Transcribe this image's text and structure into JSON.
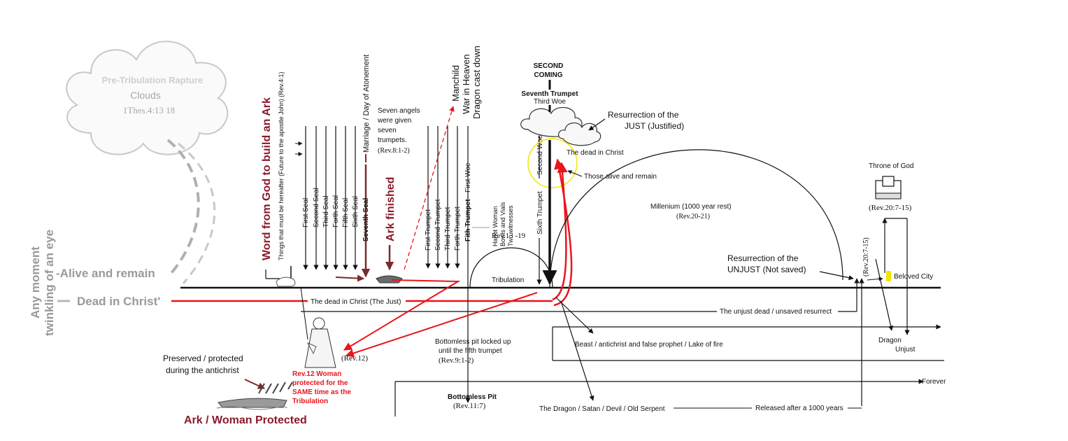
{
  "cloud_rapture": {
    "title": "Pre-Tribulation Rapture",
    "clouds": "Clouds",
    "reference": "1Thes.4:13 18"
  },
  "left_labels": {
    "any_moment": "Any moment",
    "twinkling": "twinkling of an eye",
    "alive_and_remain": "-Alive and remain",
    "dead_in_christ": "Dead in Christ'"
  },
  "vertical_labels": {
    "word_from_god": "Word from God to build an Ark",
    "things_hereafter": "Things that must be hereafter (Future to the apostle John) (Rev.4:1)",
    "marriage": "Marriage / Day of Atonement",
    "ark_finished": "Ark finished",
    "manchild": "Manchild",
    "war_in_heaven": "War in Heaven",
    "dragon_cast_down": "Dragon cast down",
    "sixth_trumpet": "Sixth Trumpet",
    "second_woe": "Second Woe",
    "rev_20_7_15": "(Rev.20:7-15)"
  },
  "seals": [
    "First Seal",
    "Second Seal",
    "Third Seal",
    "Forth Seal",
    "Fifth Seal",
    "Sixth Seal",
    "Seventh Seal"
  ],
  "trumpets": [
    "First Trumpet",
    "Second Trumpet",
    "Third Trumpet",
    "Forth Trumpet",
    "Fith Trumpet",
    "First Woe"
  ],
  "seven_angels": {
    "lines": [
      "Seven angels",
      "were given",
      "seven",
      "trumpets."
    ],
    "reference": "(Rev.8:1-2)"
  },
  "harlot": {
    "lines": [
      "Harlot Woman",
      "Bowls and Vials",
      "Two witnesses"
    ],
    "reference": "Rev.13 -19"
  },
  "second_coming": {
    "line1": "SECOND",
    "line2": "COMING",
    "seventh_trumpet": "Seventh Trumpet",
    "third_woe": "Third Woe"
  },
  "resurrection_just": {
    "line1": "Resurrection of the",
    "line2": "JUST (Justified)"
  },
  "dead_in_christ_cloud": "The dead in Christ",
  "those_alive": "Those alive and remain",
  "millenium": {
    "title": "Millenium (1000 year rest)",
    "reference": "(Rev.20-21)"
  },
  "resurrection_unjust": {
    "line1": "Resurrection of the",
    "line2": "UNJUST (Not saved)"
  },
  "throne": {
    "title": "Throne of God",
    "reference": "(Rev.20:7-15)"
  },
  "beloved_city": "Beloved City",
  "tribulation": "Tribulation",
  "dead_just_line": "The dead in Christ (The Just)",
  "unjust_dead_line": "The unjust dead / unsaved resurrect",
  "beast_line": "Beast / antichrist and false prophet / Lake of fire",
  "dragon_line": "The Dragon / Satan / Devil / Old Serpent",
  "released": "Released after a 1000 years",
  "dragon_unjust": {
    "dragon": "Dragon",
    "unjust": "Unjust"
  },
  "forever": "Forever",
  "bottomless_locked": {
    "line1": "Bottomless pit locked up",
    "line2": "until the fifth trumpet",
    "reference": "(Rev.9:1-2)"
  },
  "bottomless_pit": {
    "title": "Bottomless Pit",
    "reference": "(Rev.11:7)"
  },
  "rev12": "(Rev.12)",
  "preserved": {
    "line1": "Preserved / protected",
    "line2": "during the antichrist"
  },
  "woman_protected": {
    "lines": [
      "Rev.12 Woman",
      "protected for the",
      "SAME time as the",
      "Tribulation"
    ]
  },
  "ark_woman": "Ark / Woman Protected",
  "colors": {
    "red": "#e8151b",
    "maroon": "#8b1a2b",
    "grey": "#9a9a9a",
    "black": "#111111",
    "yellow": "#f2e600"
  }
}
